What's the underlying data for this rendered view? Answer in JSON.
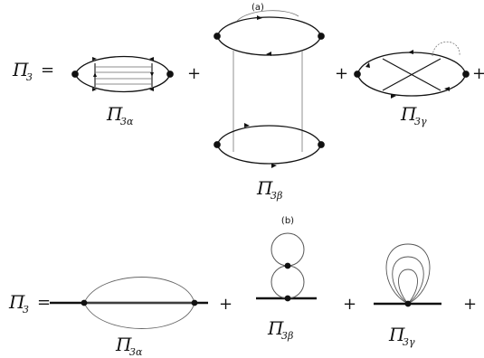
{
  "panels": {
    "a": {
      "panel_label": "(a)",
      "lhs": {
        "symbol": "Π",
        "subscript": "3",
        "equals": "="
      },
      "terms": [
        {
          "symbol": "Π",
          "subscript": "3α"
        },
        {
          "symbol": "Π",
          "subscript": "3β"
        },
        {
          "symbol": "Π",
          "subscript": "3γ"
        }
      ],
      "plus": "+"
    },
    "b": {
      "panel_label": "(b)",
      "lhs": {
        "symbol": "Π",
        "subscript": "3",
        "equals": "="
      },
      "terms": [
        {
          "symbol": "Π",
          "subscript": "3α"
        },
        {
          "symbol": "Π",
          "subscript": "3β"
        },
        {
          "symbol": "Π",
          "subscript": "3γ"
        }
      ],
      "plus": "+"
    }
  }
}
